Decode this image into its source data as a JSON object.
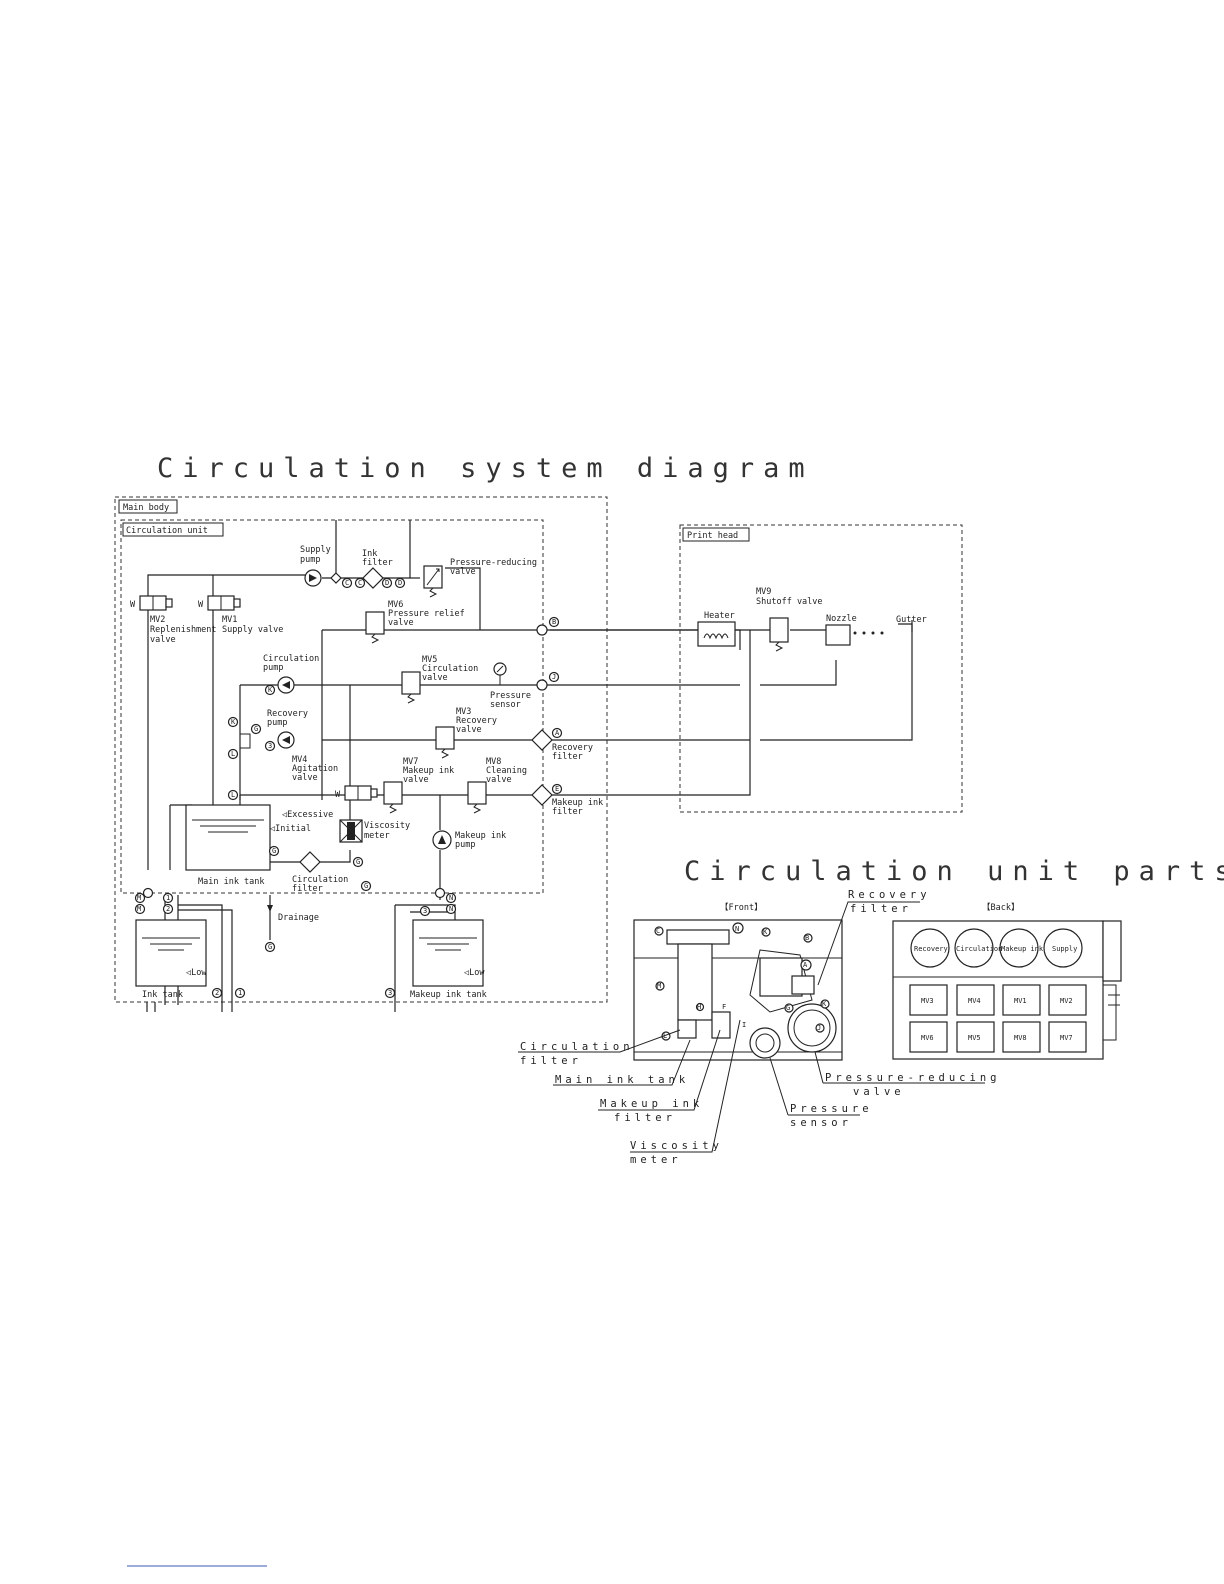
{
  "titles": {
    "system": "Circulation system diagram",
    "arrangement": "Circulation unit parts arrangement"
  },
  "frames": {
    "main_body": "Main body",
    "circulation_unit": "Circulation unit",
    "print_head": "Print head"
  },
  "components": {
    "supply_pump": [
      "Supply",
      "pump"
    ],
    "ink_filter": [
      "Ink",
      "filter"
    ],
    "pressure_reducing_valve": [
      "Pressure-reducing",
      "valve"
    ],
    "mv6": [
      "MV6",
      "Pressure relief",
      "valve"
    ],
    "mv2": [
      "MV2",
      "Replenishment",
      "valve"
    ],
    "mv1": [
      "MV1",
      "Supply valve"
    ],
    "circulation_pump": [
      "Circulation",
      "pump"
    ],
    "mv5": [
      "MV5",
      "Circulation",
      "valve"
    ],
    "pressure_sensor": [
      "Pressure",
      "sensor"
    ],
    "recovery_pump": [
      "Recovery",
      "pump"
    ],
    "mv3": [
      "MV3",
      "Recovery",
      "valve"
    ],
    "recovery_filter": [
      "Recovery",
      "filter"
    ],
    "mv4": [
      "MV4",
      "Agitation",
      "valve"
    ],
    "mv7": [
      "MV7",
      "Makeup ink",
      "valve"
    ],
    "mv8": [
      "MV8",
      "Cleaning",
      "valve"
    ],
    "makeup_ink_filter": [
      "Makeup ink",
      "filter"
    ],
    "excessive": "Excessive",
    "initial": "Initial",
    "viscosity_meter": [
      "Viscosity",
      "meter"
    ],
    "makeup_ink_pump": [
      "Makeup ink",
      "pump"
    ],
    "main_ink_tank": "Main ink tank",
    "circulation_filter": [
      "Circulation",
      "filter"
    ],
    "drainage": "Drainage",
    "ink_tank": "Ink tank",
    "makeup_ink_tank": "Makeup ink tank",
    "low": "Low",
    "heater": "Heater",
    "mv9": [
      "MV9",
      "Shutoff valve"
    ],
    "nozzle": "Nozzle",
    "gutter": "Gutter"
  },
  "ports": {
    "C": "C",
    "D": "D",
    "B": "B",
    "J": "J",
    "A": "A",
    "E": "E",
    "K": "K",
    "L": "L",
    "G": "G",
    "N": "N",
    "M": "M",
    "one": "1",
    "two": "2",
    "three": "3",
    "H": "H",
    "F": "F",
    "I": "I"
  },
  "arrangement": {
    "front": "【Front】",
    "back": "【Back】",
    "callouts": {
      "recovery_filter": [
        "Recovery",
        "filter"
      ],
      "circulation_filter": [
        "Circulation",
        "filter"
      ],
      "main_ink_tank": "Main ink tank",
      "makeup_ink_filter": [
        "Makeup ink",
        "filter"
      ],
      "viscosity_meter": [
        "Viscosity",
        "meter"
      ],
      "pressure_sensor": [
        "Pressure",
        "sensor"
      ],
      "pressure_reducing_valve": [
        "Pressure-reducing",
        "valve"
      ]
    },
    "back_pumps": [
      "Recovery",
      "Circulation",
      "Makeup ink",
      "Supply"
    ],
    "back_valves_row1": [
      "MV3",
      "MV4",
      "MV1",
      "MV2"
    ],
    "back_valves_row2": [
      "MV6",
      "MV5",
      "MV8",
      "MV7"
    ]
  }
}
